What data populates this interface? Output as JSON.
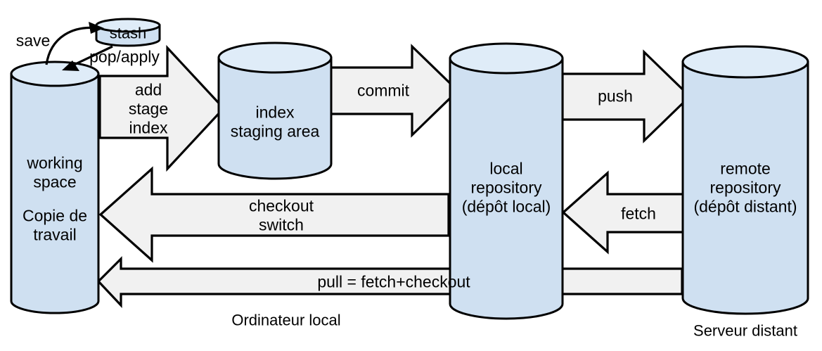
{
  "diagram": {
    "title": "Git workflow diagram",
    "colors": {
      "cylinder_body": "#cfe0f1",
      "cylinder_top": "#dfecf8",
      "arrow_fill": "#f1f1f1",
      "outline": "#000000",
      "background": "#ffffff"
    },
    "nodes": {
      "stash": {
        "label": "stash",
        "type": "cylinder"
      },
      "working_space": {
        "line1": "working",
        "line2": "space",
        "line3": "Copie de",
        "line4": "travail",
        "type": "cylinder"
      },
      "index": {
        "line1": "index",
        "line2": "staging area",
        "type": "cylinder"
      },
      "local_repository": {
        "line1": "local",
        "line2": "repository",
        "line3": "(dépôt local)",
        "type": "cylinder"
      },
      "remote_repository": {
        "line1": "remote",
        "line2": "repository",
        "line3": "(dépôt distant)",
        "type": "cylinder"
      }
    },
    "arrows": {
      "save": {
        "label": "save",
        "from": "working_space",
        "to": "stash"
      },
      "pop_apply": {
        "label": "pop/apply",
        "from": "stash",
        "to": "working_space"
      },
      "add": {
        "line1": "add",
        "line2": "stage",
        "line3": "index",
        "from": "working_space",
        "to": "index"
      },
      "commit": {
        "label": "commit",
        "from": "index",
        "to": "local_repository"
      },
      "push": {
        "label": "push",
        "from": "local_repository",
        "to": "remote_repository"
      },
      "fetch": {
        "label": "fetch",
        "from": "remote_repository",
        "to": "local_repository"
      },
      "checkout": {
        "line1": "checkout",
        "line2": "switch",
        "from": "local_repository",
        "to": "working_space"
      },
      "pull": {
        "label": "pull = fetch+checkout",
        "from": "remote_repository",
        "to": "working_space"
      }
    },
    "zones": {
      "local_machine": "Ordinateur local",
      "remote_server": "Serveur distant"
    }
  }
}
